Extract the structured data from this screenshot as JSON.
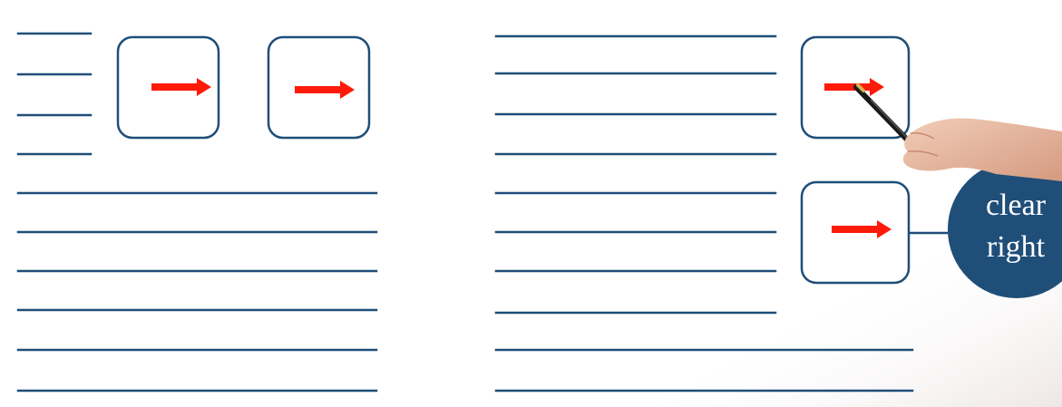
{
  "diagram": {
    "left_panel": {
      "description_lines": "short_and_long_text_lines",
      "float_boxes": [
        {
          "content": "right-arrow"
        },
        {
          "content": "right-arrow"
        }
      ]
    },
    "right_panel": {
      "float_boxes": [
        {
          "content": "right-arrow"
        },
        {
          "content": "right-arrow"
        }
      ],
      "callout": {
        "line1": "clear",
        "line2": "right"
      }
    },
    "colors": {
      "line": "#1f4e79",
      "box_border": "#1f4e79",
      "arrow": "#ff1a0a",
      "callout_fill": "#1f4e79",
      "callout_text": "#ffffff",
      "background": "#ffffff",
      "background_tint": "#f3eded"
    },
    "icons": [
      "right-arrow-icon",
      "pointing-hand-with-pen-icon"
    ]
  }
}
